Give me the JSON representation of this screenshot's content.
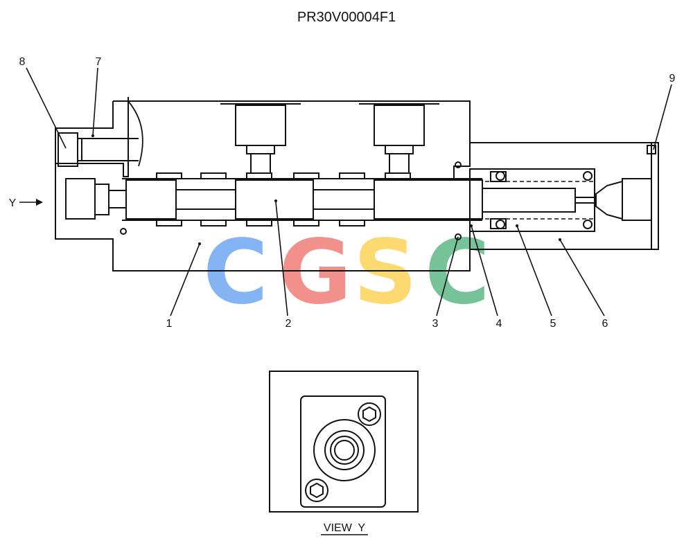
{
  "drawing": {
    "part_number": "PR30V00004F1",
    "callouts": [
      "1",
      "2",
      "3",
      "4",
      "5",
      "6",
      "7",
      "8",
      "9"
    ],
    "direction_label": "Y",
    "view_caption": "VIEW  Y"
  },
  "watermark": {
    "letters": [
      "C",
      "G",
      "S",
      "C"
    ],
    "colors": [
      "#7fb1f5",
      "#f28c85",
      "#fcd76a",
      "#6fc095"
    ]
  }
}
